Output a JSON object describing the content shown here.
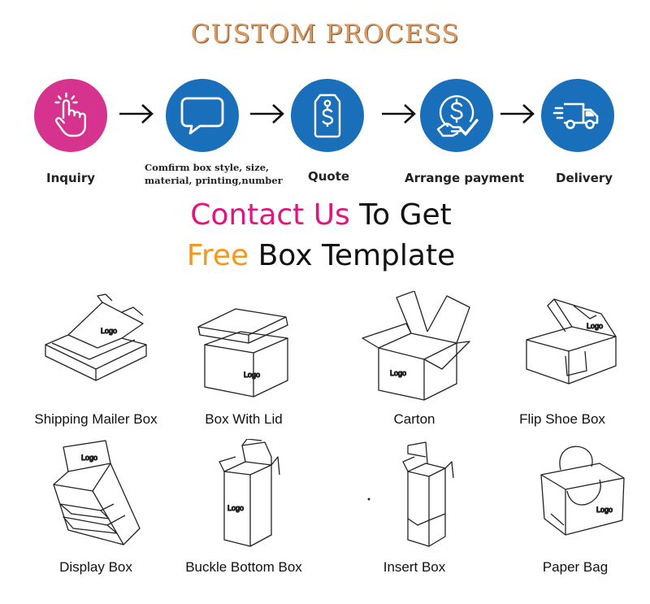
{
  "title": "CUSTOM PROCESS",
  "colors": {
    "pink": "#d6338f",
    "blue": "#1a6fba",
    "title": "#d99a63",
    "contact": "#e0157f",
    "free": "#f39a1c"
  },
  "steps": [
    {
      "label": "Inquiry",
      "icon": "hand-tap-icon"
    },
    {
      "label": "Comfirm box style, size, material, printing,number",
      "line1": "Comfirm box style, size,",
      "line2": "material, printing,number",
      "icon": "speech-bubble-icon"
    },
    {
      "label": "Quote",
      "icon": "price-tag-icon"
    },
    {
      "label": "Arrange payment",
      "icon": "dollar-hand-check-icon"
    },
    {
      "label": "Delivery",
      "icon": "delivery-truck-icon"
    }
  ],
  "cta": {
    "line1_a": "Contact Us",
    "line1_b": " To Get",
    "line2_a": "Free",
    "line2_b": " Box Template"
  },
  "logo_text": "Logo",
  "boxes": [
    {
      "label": "Shipping Mailer Box"
    },
    {
      "label": "Box With Lid"
    },
    {
      "label": "Carton"
    },
    {
      "label": "Flip Shoe Box"
    },
    {
      "label": "Display Box"
    },
    {
      "label": "Buckle Bottom Box"
    },
    {
      "label": "Insert Box"
    },
    {
      "label": "Paper Bag"
    }
  ]
}
